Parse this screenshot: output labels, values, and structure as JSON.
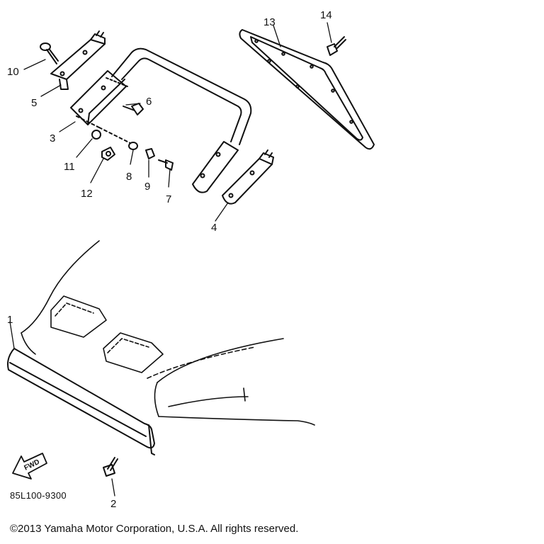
{
  "callouts": {
    "c1": "1",
    "c2": "2",
    "c3": "3",
    "c4": "4",
    "c5": "5",
    "c6": "6",
    "c7": "7",
    "c8": "8",
    "c9": "9",
    "c10": "10",
    "c11": "11",
    "c12": "12",
    "c13": "13",
    "c14": "14"
  },
  "fwd_arrow_label": "FWD",
  "diagram_code": "85L100-9300",
  "copyright": "©2013 Yamaha Motor Corporation, U.S.A. All rights reserved."
}
